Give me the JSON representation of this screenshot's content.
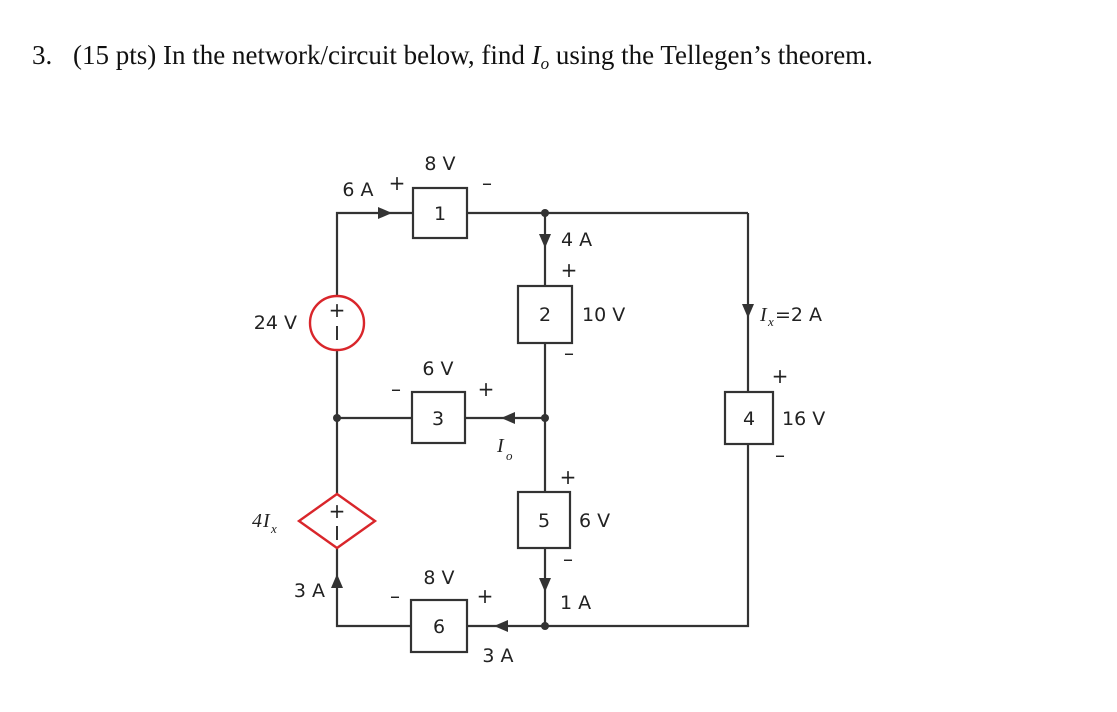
{
  "question": {
    "number": "3.",
    "points": "(15 pts)",
    "text_before": "In the network/circuit below, find",
    "unknown_symbol": "I",
    "unknown_subscript": "o",
    "text_after": "using the Tellegen’s theorem."
  },
  "circuit": {
    "signs": {
      "plus": "+",
      "minus": "–"
    },
    "elements": {
      "e1": {
        "label": "1",
        "voltage": "8 V",
        "current": "6 A"
      },
      "e2": {
        "label": "2",
        "voltage": "10 V",
        "current": "4 A"
      },
      "e3": {
        "label": "3",
        "voltage": "6 V"
      },
      "e4": {
        "label": "4",
        "voltage": "16 V",
        "current_symbol": "I",
        "current_subscript": "x",
        "current_value": "=2 A"
      },
      "e5": {
        "label": "5",
        "voltage": "6 V",
        "current": "1 A"
      },
      "e6": {
        "label": "6",
        "voltage": "8 V",
        "current": "3 A"
      }
    },
    "voltage_source": {
      "value": "24 V"
    },
    "dependent_source": {
      "gain": "4",
      "symbol": "I",
      "subscript": "x",
      "current": "3 A"
    },
    "unknown_current": {
      "symbol": "I",
      "subscript": "o"
    },
    "colors": {
      "source_outline": "#d9262b",
      "wire": "#333333"
    }
  }
}
